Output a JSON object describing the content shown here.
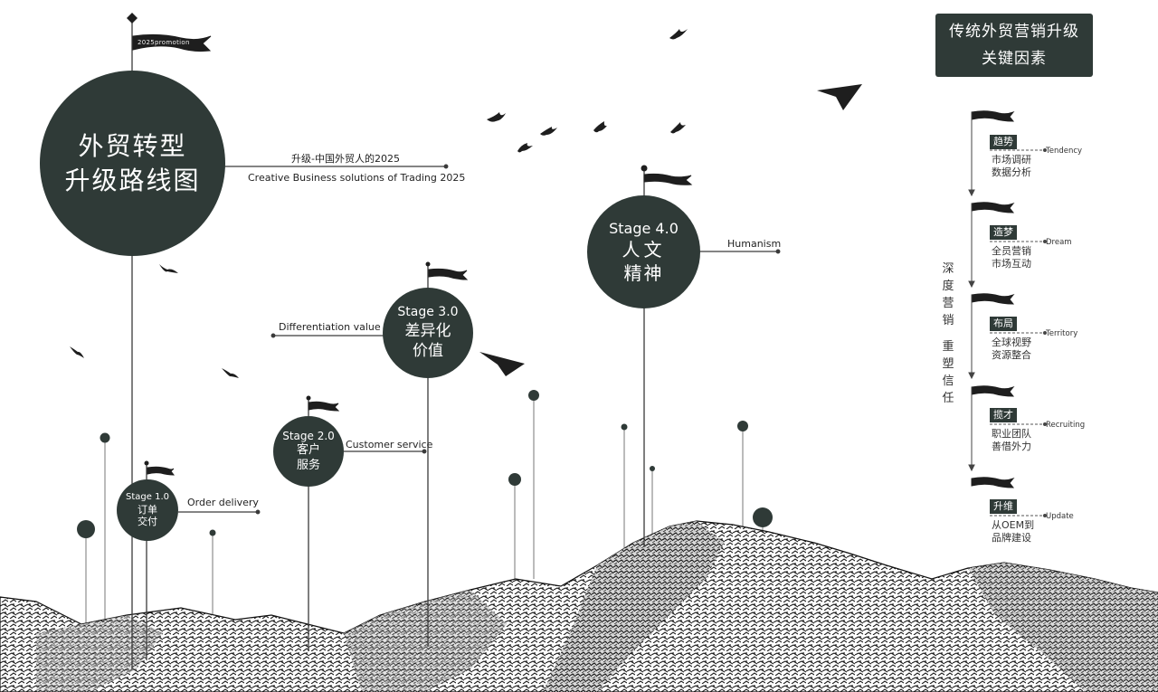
{
  "main": {
    "flag_text": "2025promotion",
    "title_line1": "外贸转型",
    "title_line2": "升级路线图",
    "subtitle_zh": "升级-中国外贸人的2025",
    "subtitle_en": "Creative Business solutions of Trading 2025"
  },
  "stages": [
    {
      "stage": "Stage 1.0",
      "zh1": "订单",
      "zh2": "交付",
      "label": "Order delivery"
    },
    {
      "stage": "Stage 2.0",
      "zh1": "客户",
      "zh2": "服务",
      "label": "Customer service"
    },
    {
      "stage": "Stage 3.0",
      "zh1": "差异化",
      "zh2": "价值",
      "label": "Differentiation value"
    },
    {
      "stage": "Stage 4.0",
      "zh1": "人文",
      "zh2": "精神",
      "label": "Humanism"
    }
  ],
  "right_panel": {
    "title_line1": "传统外贸营销升级",
    "title_line2": "关键因素",
    "vertical_chars": [
      "深",
      "度",
      "营",
      "销",
      "",
      "重",
      "塑",
      "信",
      "任"
    ],
    "items": [
      {
        "badge": "趋势",
        "en": "Tendency",
        "line1": "市场调研",
        "line2": "数据分析"
      },
      {
        "badge": "造梦",
        "en": "Dream",
        "line1": "全员营销",
        "line2": "市场互动"
      },
      {
        "badge": "布局",
        "en": "Territory",
        "line1": "全球视野",
        "line2": "资源整合"
      },
      {
        "badge": "揽才",
        "en": "Recruiting",
        "line1": "职业团队",
        "line2": "善借外力"
      },
      {
        "badge": "升维",
        "en": "Update",
        "line1": "从OEM到",
        "line2": "品牌建设"
      }
    ]
  },
  "colors": {
    "accent": "#2f3a37",
    "line": "#3a3a3a"
  }
}
